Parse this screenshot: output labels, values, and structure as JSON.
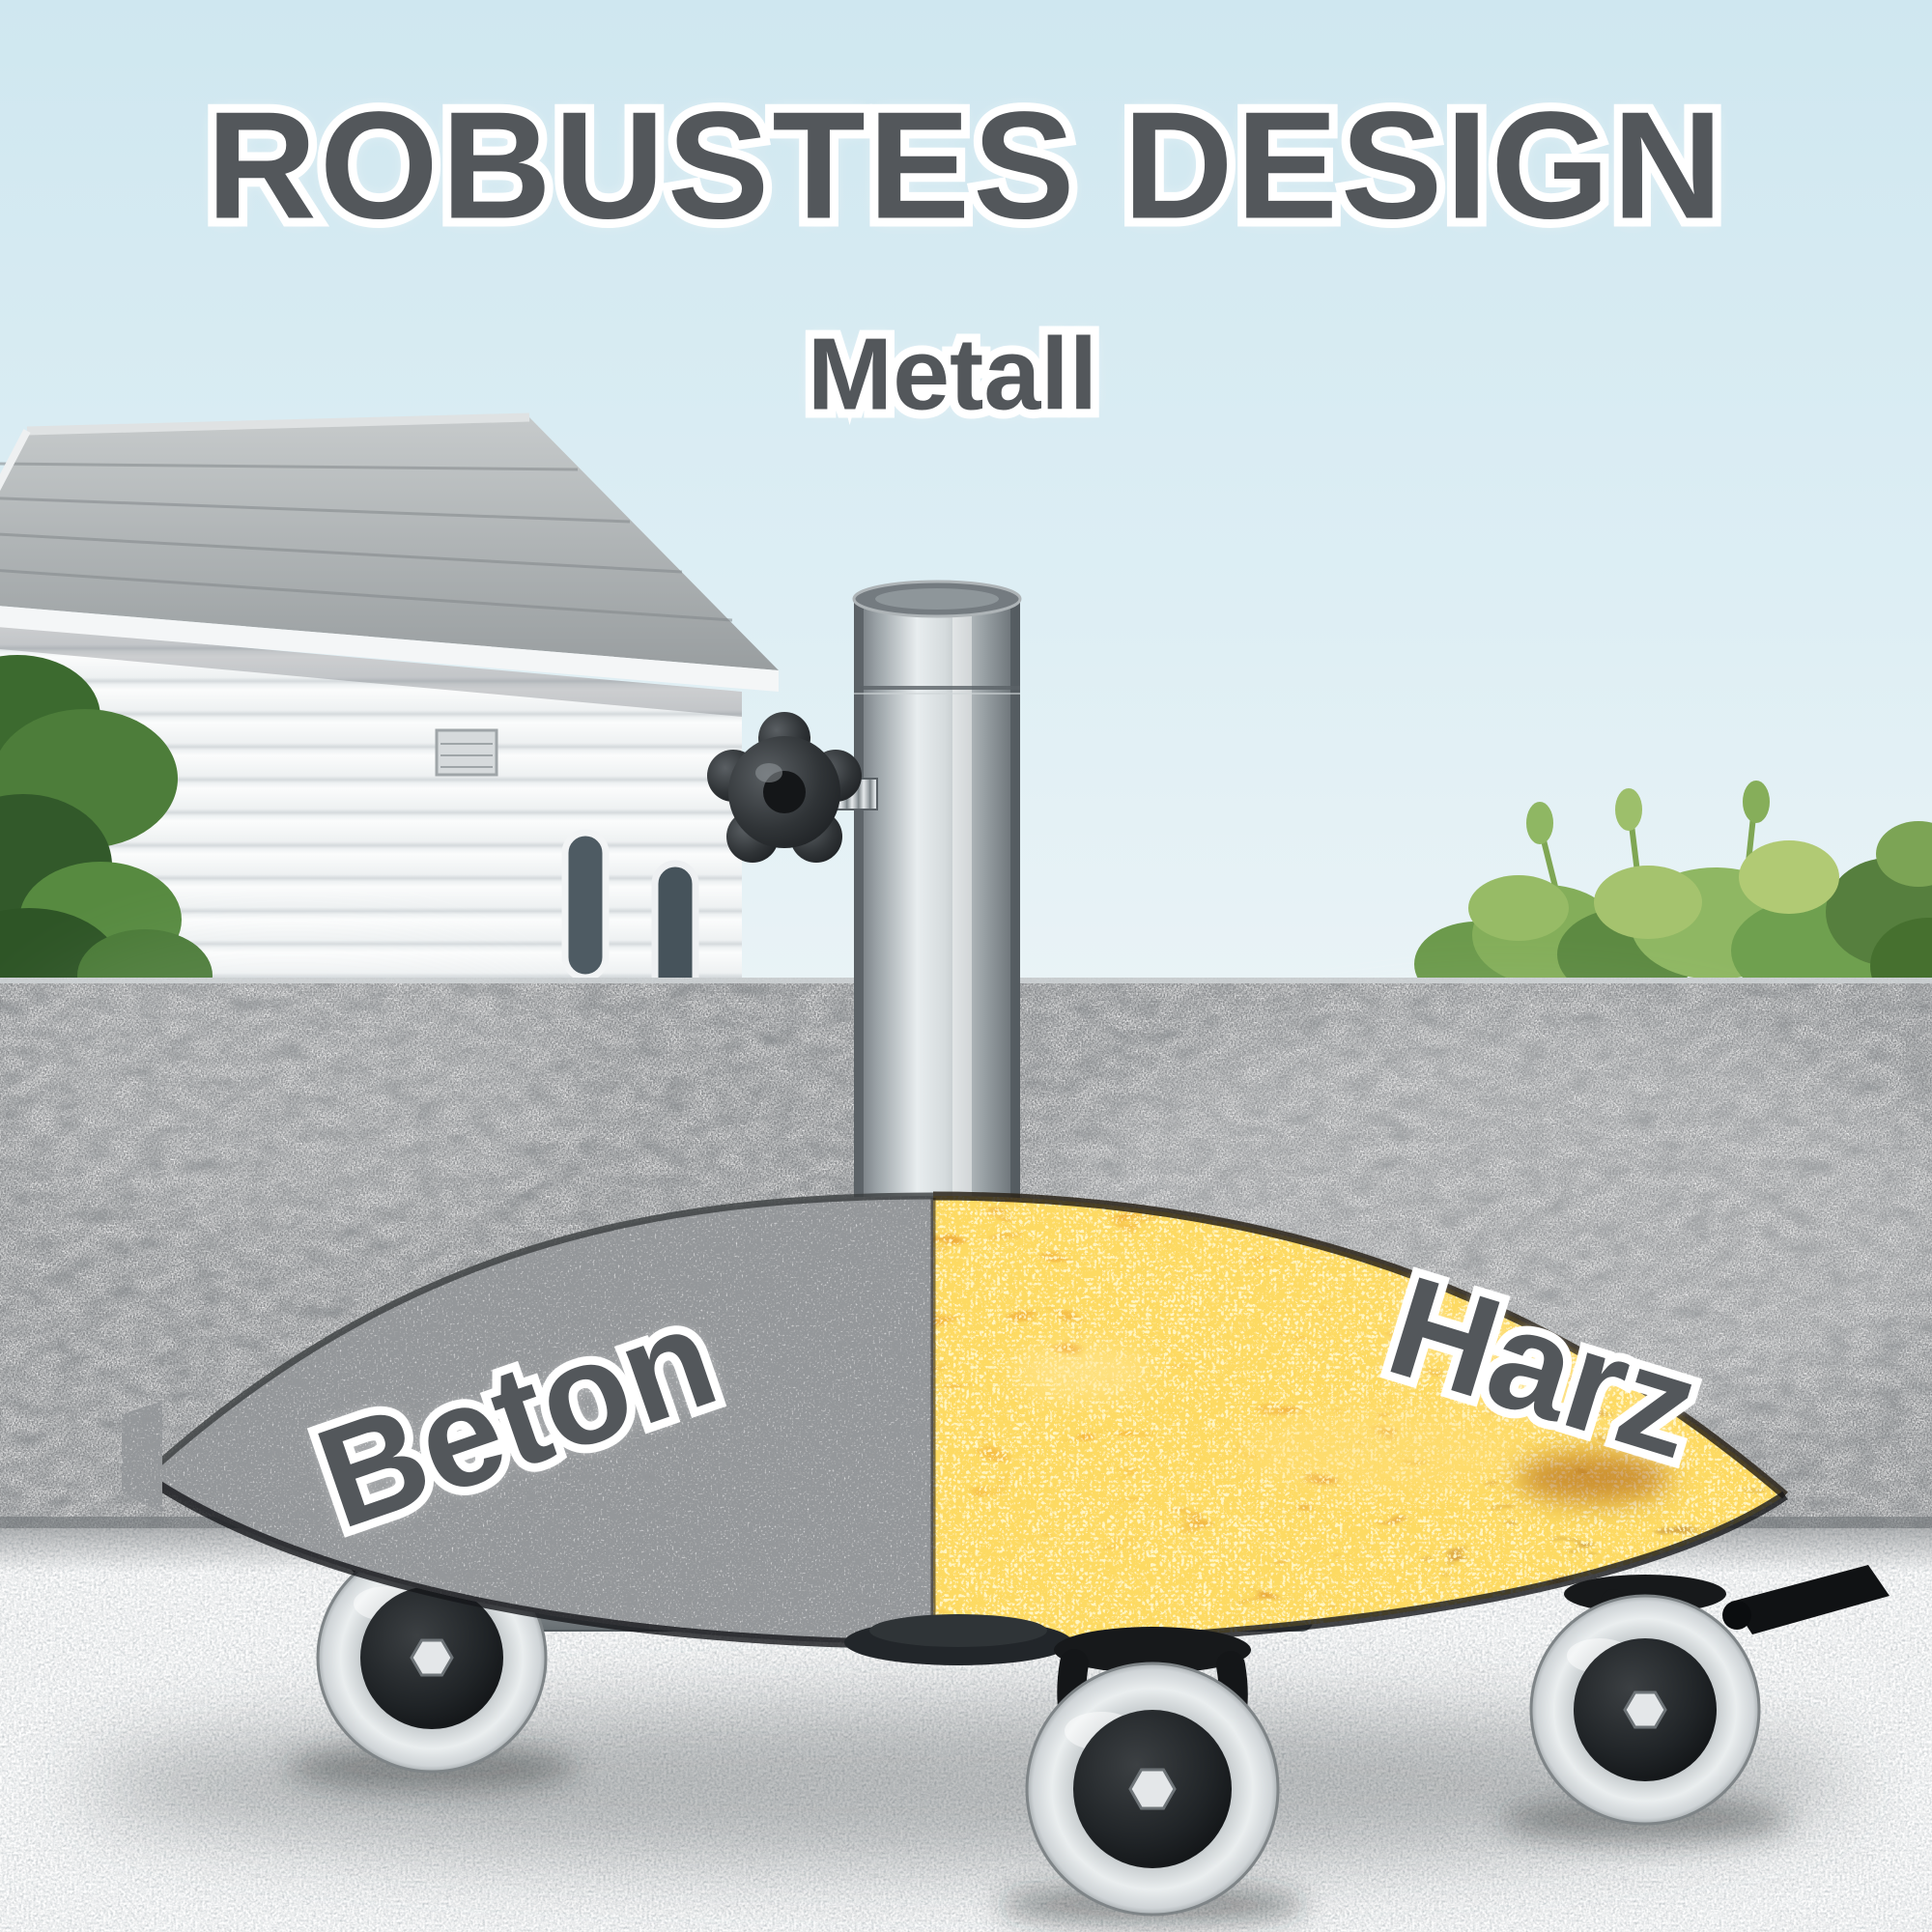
{
  "title": "ROBUSTES DESIGN",
  "annotations": {
    "pole_material": "Metall",
    "left_material": "Beton",
    "right_material": "Harz"
  },
  "colors": {
    "label_text": "#53575b",
    "label_outline": "#ffffff",
    "sky": "#d6ebf3",
    "wall_concrete": "#a0a6a9",
    "floor_concrete": "#ccd3d6",
    "base_concrete": "#7d8285",
    "base_resin": "#ea920d",
    "pole_metal": "#c9cfd2",
    "wheel_black": "#17191b",
    "foliage_green": "#6c9a4c"
  }
}
